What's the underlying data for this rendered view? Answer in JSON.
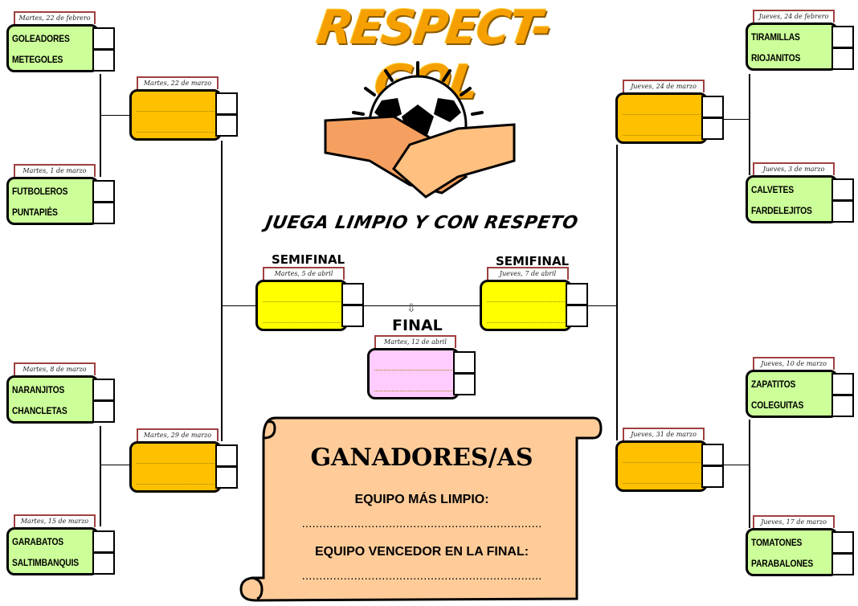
{
  "title": "RESPECT-GOL",
  "slogan": "JUEGA LIMPIO Y CON RESPETO",
  "labels": {
    "semifinal": "SEMIFINAL",
    "final": "FINAL",
    "arrow": "⇩"
  },
  "left": {
    "round1": [
      {
        "date": "Martes, 22 de febrero",
        "team1": "GOLEADORES",
        "team2": "METEGOLES"
      },
      {
        "date": "Martes, 1 de marzo",
        "team1": "FUTBOLEROS",
        "team2": "PUNTAPIÉS"
      },
      {
        "date": "Martes, 8 de marzo",
        "team1": "NARANJITOS",
        "team2": "CHANCLETAS"
      },
      {
        "date": "Martes, 15 de marzo",
        "team1": "GARABATOS",
        "team2": "SALTIMBANQUIS"
      }
    ],
    "quarter": [
      {
        "date": "Martes, 22 de marzo"
      },
      {
        "date": "Martes, 29 de marzo"
      }
    ],
    "semi": {
      "date": "Martes, 5 de abril"
    }
  },
  "right": {
    "round1": [
      {
        "date": "Jueves, 24 de febrero",
        "team1": "TIRAMILLAS",
        "team2": "RIOJANITOS"
      },
      {
        "date": "Jueves, 3 de marzo",
        "team1": "CALVETES",
        "team2": "FARDELEJITOS"
      },
      {
        "date": "Jueves, 10 de marzo",
        "team1": "ZAPATITOS",
        "team2": "COLEGUITAS"
      },
      {
        "date": "Jueves, 17 de marzo",
        "team1": "TOMATONES",
        "team2": "PARABALONES"
      }
    ],
    "quarter": [
      {
        "date": "Jueves, 24 de marzo"
      },
      {
        "date": "Jueves, 31 de marzo"
      }
    ],
    "semi": {
      "date": "Jueves, 7 de abril"
    }
  },
  "final": {
    "date": "Martes, 12 de abril"
  },
  "winners": {
    "title": "GANADORES/AS",
    "cleanest_label": "EQUIPO MÁS LIMPIO:",
    "cleanest_value": "……………………………………………………………",
    "champion_label": "EQUIPO VENCEDOR EN LA FINAL:",
    "champion_value": "……………………………………………………………"
  }
}
